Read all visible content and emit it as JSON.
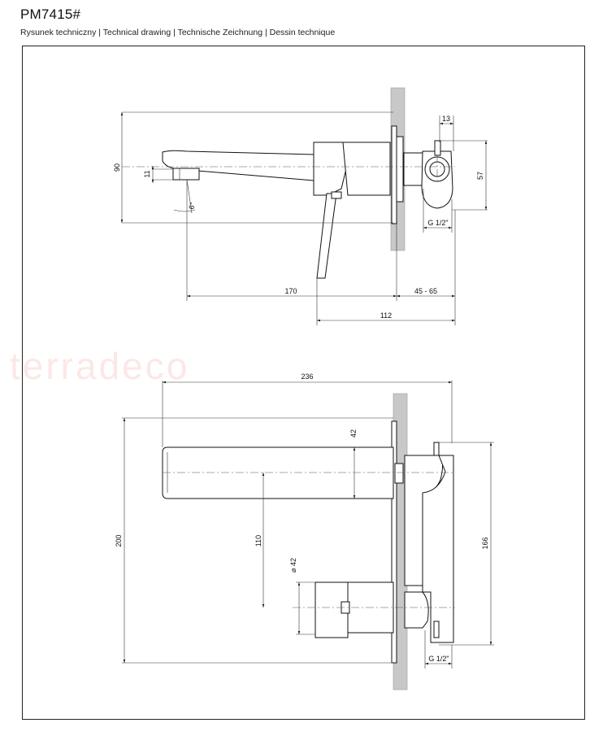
{
  "header": {
    "title": "PM7415#",
    "subtitle": "Rysunek techniczny | Technical drawing | Technische Zeichnung | Dessin technique"
  },
  "watermark": "terradeco",
  "side_view": {
    "dimensions": {
      "height_total": "90",
      "spout_outlet": "11",
      "angle": "6°",
      "top_offset": "13",
      "body_height": "57",
      "thread": "G 1/2\"",
      "projection": "170",
      "wall_range": "45 - 65",
      "lever_depth": "112"
    }
  },
  "front_view": {
    "dimensions": {
      "width_total": "236",
      "spout_height": "42",
      "height_total": "200",
      "axis_spacing": "110",
      "handle_diameter": "⌀ 42",
      "body_height": "166",
      "thread": "G 1/2\""
    }
  },
  "colors": {
    "wall": "#c8c8c8",
    "line": "#111111",
    "watermark": "#eb968c"
  }
}
